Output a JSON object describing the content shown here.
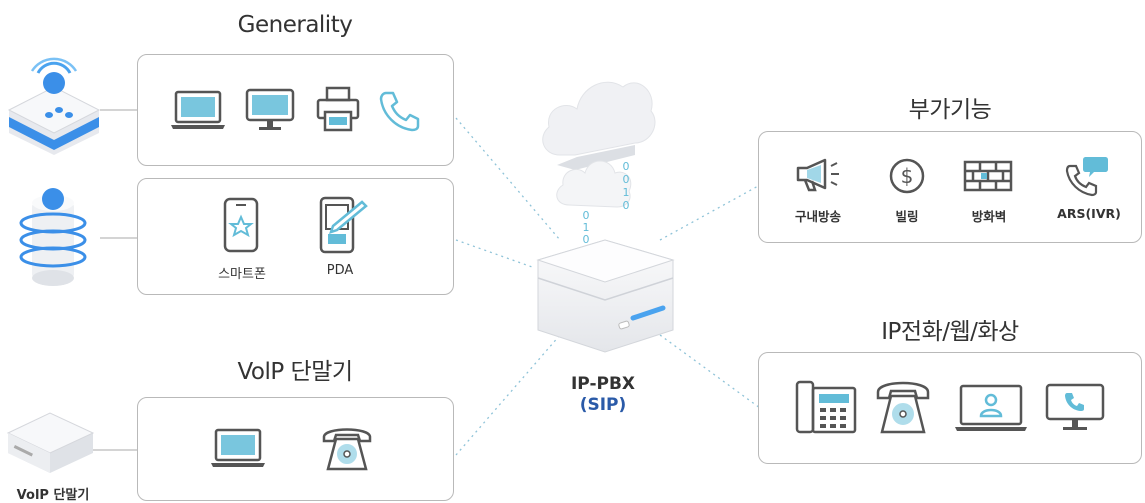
{
  "groups": {
    "generality": {
      "title": "Generality"
    },
    "mobile": {
      "smartphone_label": "스마트폰",
      "pda_label": "PDA"
    },
    "voip": {
      "title": "VolP 단말기",
      "device_caption": "VolP 단말기"
    },
    "addon": {
      "title": "부가기능",
      "items": [
        "구내방송",
        "빌링",
        "방화벽",
        "ARS(IVR)"
      ]
    },
    "ipphone": {
      "title": "IP전화/웹/화상"
    }
  },
  "center": {
    "line1": "IP-PBX",
    "line2": "(SIP)",
    "binary_left": "0 1 0",
    "binary_right": "0 0 1 0"
  },
  "colors": {
    "accent": "#62bcd8",
    "stroke": "#555555",
    "sip": "#2a5aa8",
    "blue": "#3b8fe8"
  }
}
